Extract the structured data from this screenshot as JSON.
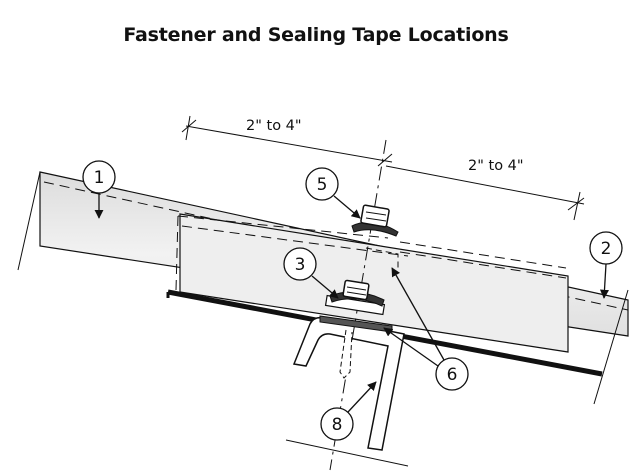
{
  "title": "Fastener and Sealing Tape Locations",
  "dimensions": {
    "upper": "2\" to 4\"",
    "lower": "2\" to 4\""
  },
  "callouts": [
    "1",
    "2",
    "3",
    "5",
    "6",
    "8"
  ],
  "colors": {
    "panel_fill": "#e6e6e6",
    "line": "#111111"
  }
}
